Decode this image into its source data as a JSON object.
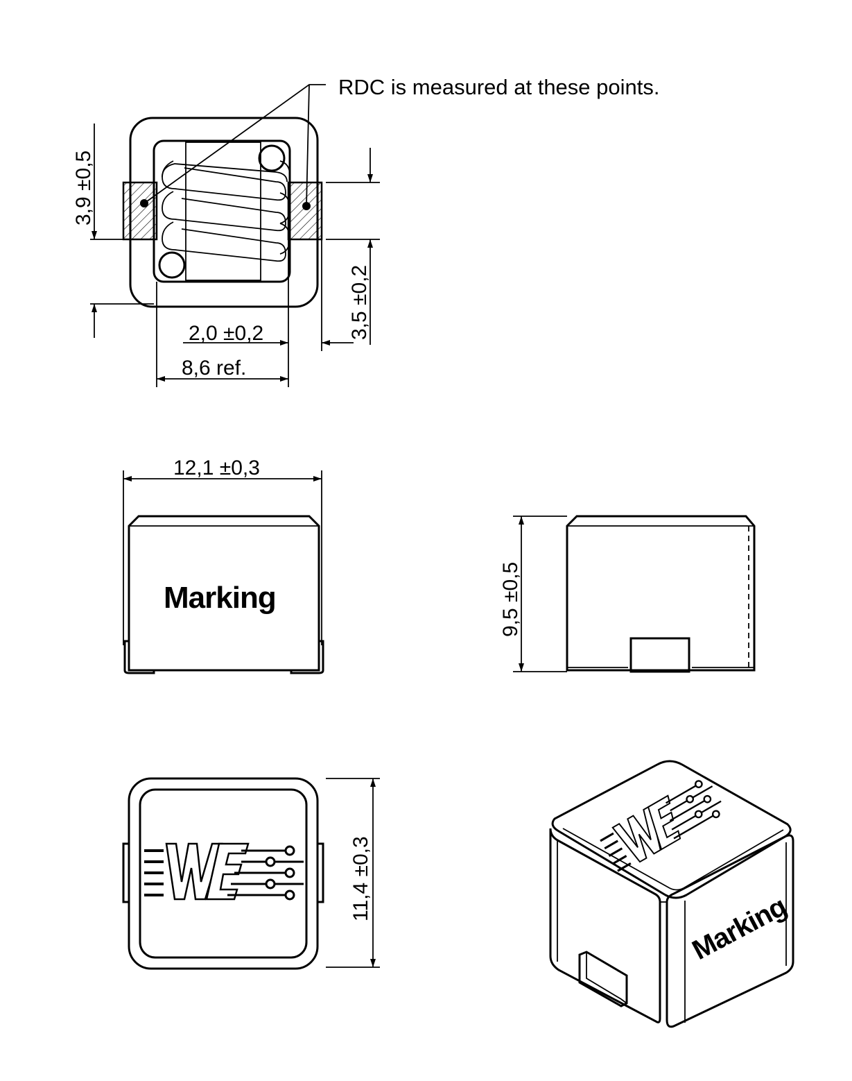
{
  "note": "RDC is measured at these points.",
  "dimensions": {
    "pad_height": "3,9 ±0,5",
    "pad_offset": "3,5 ±0,2",
    "pad_width": "2,0  ±0,2",
    "pad_span": "8,6  ref.",
    "length": "12,1  ±0,3",
    "height": "9,5  ±0,5",
    "width": "11,4  ±0,3"
  },
  "labels": {
    "front_marking": "Marking",
    "iso_marking": "Marking"
  },
  "logo": "WE"
}
